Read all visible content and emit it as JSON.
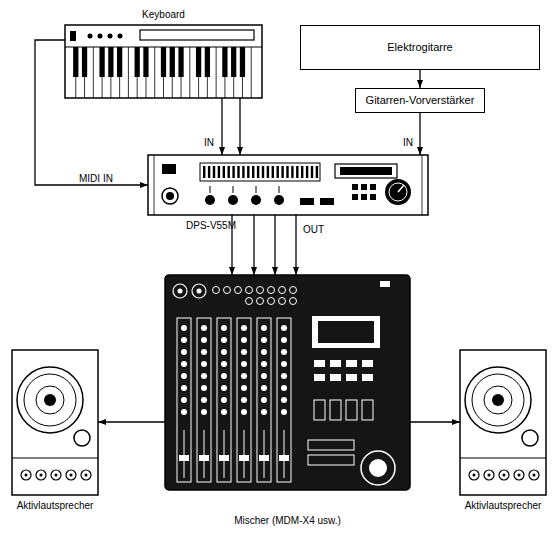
{
  "diagram": {
    "nodes": [
      {
        "text": [
          "Keyboard"
        ]
      },
      {
        "text": [
          "Elektrogitarre"
        ]
      },
      {
        "text": [
          "Gitarren-Vorverstärker"
        ]
      },
      {
        "text": [
          "DPS-V55M"
        ]
      },
      {
        "text": [
          "Aktivlautsprecher"
        ]
      },
      {
        "text": [
          "Mischer (MDM-X4 usw.)"
        ]
      },
      {
        "text": [
          "Aktivlautsprecher"
        ]
      }
    ],
    "edges": [
      {
        "from": 0,
        "to": 3,
        "arrow": "to",
        "label": "MIDI IN"
      },
      {
        "from": 0,
        "to": 3,
        "arrow": "to",
        "label": "IN"
      },
      {
        "from": 0,
        "to": 3,
        "arrow": "to"
      },
      {
        "from": 1,
        "to": 2,
        "arrow": "to"
      },
      {
        "from": 2,
        "to": 3,
        "arrow": "to",
        "label": "IN"
      },
      {
        "from": 3,
        "to": 5,
        "arrow": "to"
      },
      {
        "from": 3,
        "to": 5,
        "arrow": "to"
      },
      {
        "from": 3,
        "to": 5,
        "arrow": "to"
      },
      {
        "from": 3,
        "to": 5,
        "arrow": "to",
        "label": "OUT"
      },
      {
        "from": 5,
        "to": 4,
        "arrow": "to"
      },
      {
        "from": 5,
        "to": 6,
        "arrow": "to"
      }
    ]
  }
}
